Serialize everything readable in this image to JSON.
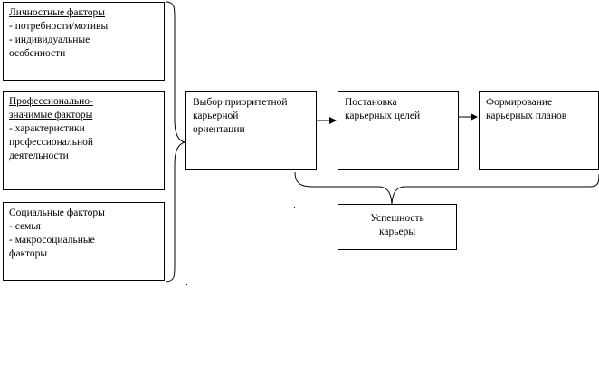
{
  "factors": [
    {
      "title": "Личностные факторы",
      "items": [
        "- потребности/мотивы",
        "- индивидуальные",
        "особенности"
      ]
    },
    {
      "title_lines": [
        "Профессионально-",
        "значимые факторы"
      ],
      "items": [
        "- характеристики",
        "профессиональной",
        "деятельности"
      ]
    },
    {
      "title": "Социальные факторы",
      "items": [
        "- семья",
        "- макросоциальные",
        "факторы"
      ]
    }
  ],
  "steps": [
    {
      "lines": [
        "Выбор приоритетной",
        "карьерной",
        "ориентации"
      ]
    },
    {
      "lines": [
        "Постановка",
        "карьерных целей"
      ]
    },
    {
      "lines": [
        "Формирование",
        "карьерных планов"
      ]
    }
  ],
  "result": {
    "lines": [
      "Успешность",
      "карьеры"
    ]
  }
}
